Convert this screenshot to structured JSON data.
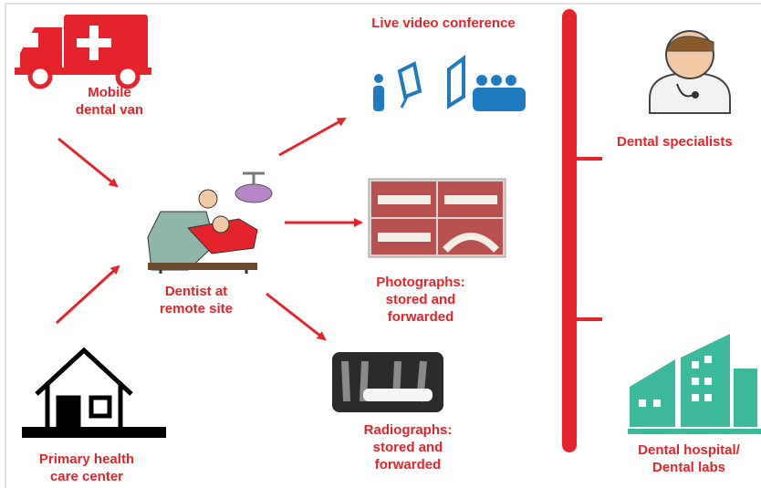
{
  "nodes": {
    "mobile_van": [
      "Mobile",
      "dental van"
    ],
    "primary_center": [
      "Primary health",
      "care center"
    ],
    "dentist": [
      "Dentist at",
      "remote site"
    ],
    "video": [
      "Live video conference"
    ],
    "photographs": [
      "Photographs:",
      "stored and",
      "forwarded"
    ],
    "radiographs": [
      "Radiographs:",
      "stored and",
      "forwarded"
    ],
    "specialists": [
      "Dental specialists"
    ],
    "hospital": [
      "Dental hospital/",
      "Dental labs"
    ]
  },
  "colors": {
    "accent": "#e5232b",
    "icon_blue": "#1f7bc0",
    "hospital_teal": "#3cb89a"
  },
  "icons": [
    "van-icon",
    "house-icon",
    "dentist-icon",
    "video-conference-icon",
    "photographs-icon",
    "radiograph-icon",
    "specialist-icon",
    "hospital-icon"
  ]
}
